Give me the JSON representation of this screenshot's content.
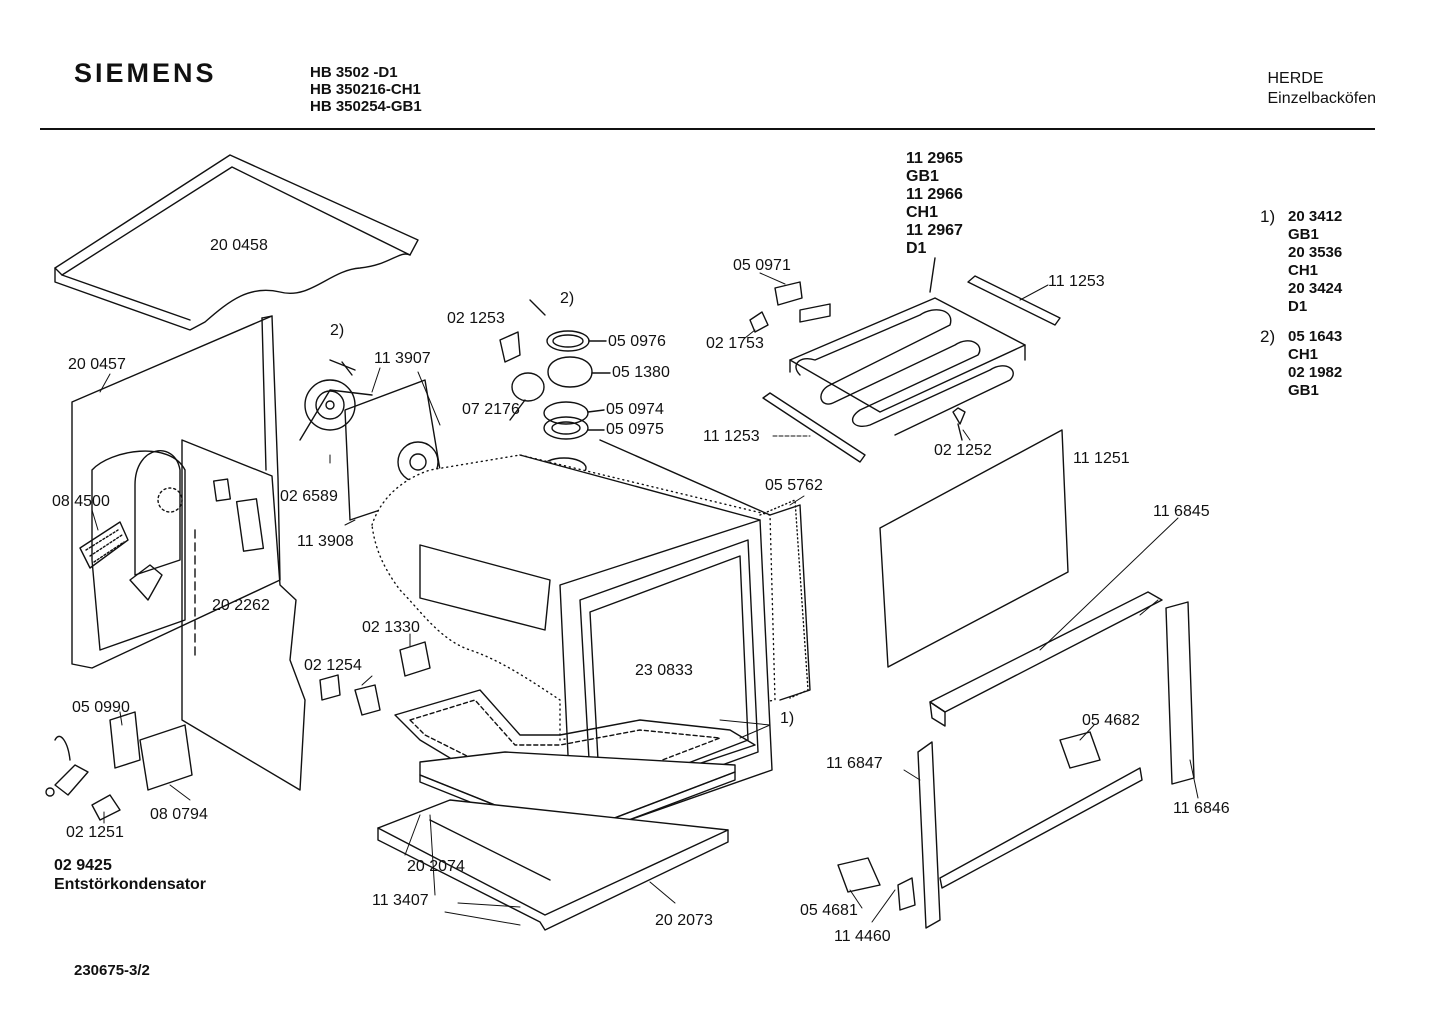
{
  "header": {
    "brand": "SIEMENS",
    "models": [
      "HB 3502  -D1",
      "HB 350216-CH1",
      "HB 350254-GB1"
    ],
    "category": "HERDE",
    "subcategory": "Einzelbacköfen"
  },
  "heating_element_variants": [
    "11 2965",
    "GB1",
    "11 2966",
    "CH1",
    "11 2967",
    "D1"
  ],
  "parts": {
    "top_panel": "20 0458",
    "side_panel": "20 0457",
    "fan_motor": "11 3907",
    "fan_bracket": "11 3908",
    "bracket_small": "02 6589",
    "connector_2a": "2)",
    "connector_2b": "2)",
    "lamp_socket": "02 1253",
    "ring_a": "05 0976",
    "lamp_cover": "05 1380",
    "bulb": "07 2176",
    "ring_b": "05 0974",
    "ring_c": "05 0975",
    "terminal": "05 0971",
    "clip": "02 1753",
    "element_bracket_a": "11 1253",
    "element_bracket_b": "11 1253",
    "sensor": "02 1252",
    "back_panel": "11 1251",
    "rear_grille": "08 4500",
    "oven_seal": "05 5762",
    "side_insulation": "20 2262",
    "oven_cavity": "23 0833",
    "thermostat": "02 1330",
    "switch": "02 1254",
    "capacitor_holder": "05 0990",
    "plate": "08 0794",
    "clamp": "02 1251",
    "capacitor": "02 9425",
    "capacitor_label": "Entstörkondensator",
    "bottom_element_ref": "1)",
    "bottom_insulation": "20 2074",
    "rail": "11 3407",
    "base_tray": "20 2073",
    "frame_top": "11 6845",
    "frame_right": "11 6846",
    "frame_left": "11 6847",
    "hinge_right": "05 4682",
    "hinge_left": "05 4681",
    "hinge_support": "11 4460"
  },
  "notes": [
    {
      "num": "1)",
      "lines": [
        "20 3412",
        "GB1",
        "20 3536",
        "CH1",
        "20 3424",
        "D1"
      ]
    },
    {
      "num": "2)",
      "lines": [
        "05 1643",
        "CH1",
        "02 1982",
        "GB1"
      ]
    }
  ],
  "footer": "230675-3/2"
}
